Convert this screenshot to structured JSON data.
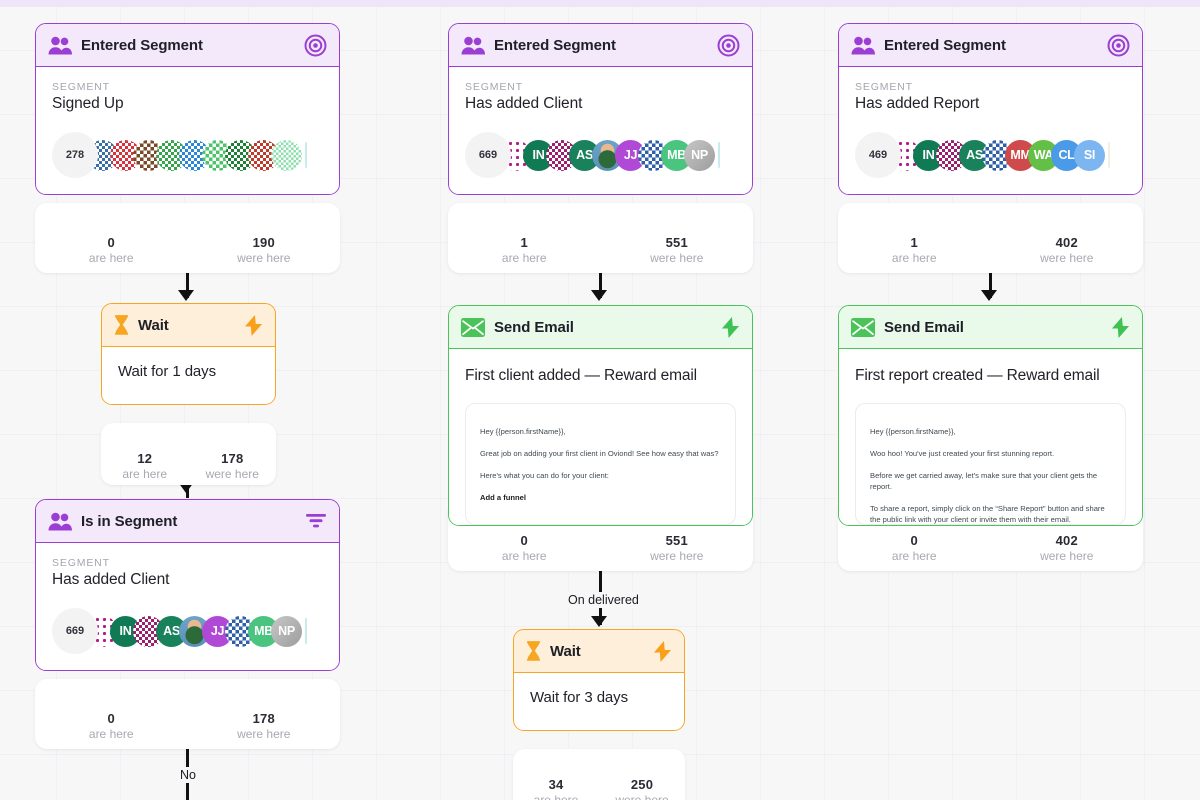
{
  "canvas": {
    "background": "#f7f7f8",
    "grid_color": "#efe4f8"
  },
  "colors": {
    "segment_purple": "#9b3fd4",
    "segment_purple_bg": "#f4e9fb",
    "email_green": "#4cc35a",
    "email_green_bg": "#e9f9ea",
    "wait_orange": "#f5a623",
    "wait_orange_bg": "#fdefd9"
  },
  "labels": {
    "are_here": "are here",
    "were_here": "were here",
    "segment_caption": "SEGMENT"
  },
  "nodes": [
    {
      "id": "entered-signed-up",
      "type": "entered-segment",
      "title": "Entered Segment",
      "header_icon": "people-icon",
      "action_icon": "target-icon",
      "segment_caption": "SEGMENT",
      "segment_name": "Signed Up",
      "audience_count": "278",
      "avatars": [
        {
          "kind": "image",
          "color": "#3b6ea5"
        },
        {
          "kind": "image",
          "color": "#d8333c"
        },
        {
          "kind": "image",
          "color": "#7a4a28"
        },
        {
          "kind": "image",
          "color": "#35a44a"
        },
        {
          "kind": "image",
          "color": "#2b86d9"
        },
        {
          "kind": "image",
          "color": "#4ec46a"
        },
        {
          "kind": "image",
          "color": "#1f7f34"
        },
        {
          "kind": "image",
          "color": "#c0392b"
        },
        {
          "kind": "image",
          "color": "#8fe0ae"
        }
      ],
      "are_here": "0",
      "were_here": "190"
    },
    {
      "id": "wait-1-day",
      "type": "wait",
      "title": "Wait",
      "header_icon": "hourglass-icon",
      "action_icon": "lightning-icon",
      "body_text": "Wait for 1 days",
      "are_here": "12",
      "were_here": "178"
    },
    {
      "id": "is-in-segment-client",
      "type": "is-in-segment",
      "title": "Is in Segment",
      "header_icon": "people-icon",
      "action_icon": "filter-icon",
      "segment_caption": "SEGMENT",
      "segment_name": "Has added Client",
      "audience_count": "669",
      "avatars": [
        {
          "kind": "dots",
          "color": "#b5178e"
        },
        {
          "kind": "initials",
          "label": "IN",
          "color": "#107a55"
        },
        {
          "kind": "image",
          "color": "#9c1f6b"
        },
        {
          "kind": "initials",
          "label": "AS",
          "color": "#19825c"
        },
        {
          "kind": "photo",
          "color": "#c9a87c"
        },
        {
          "kind": "initials",
          "label": "JJ",
          "color": "#b04ad6"
        },
        {
          "kind": "image",
          "color": "#2f5fa8"
        },
        {
          "kind": "initials",
          "label": "MB",
          "color": "#4ac47e"
        },
        {
          "kind": "initials",
          "label": "NP",
          "color": "#a8a8a8"
        }
      ],
      "are_here": "0",
      "were_here": "178",
      "branch_label": "No"
    },
    {
      "id": "entered-has-added-client",
      "type": "entered-segment",
      "title": "Entered Segment",
      "header_icon": "people-icon",
      "action_icon": "target-icon",
      "segment_caption": "SEGMENT",
      "segment_name": "Has added Client",
      "audience_count": "669",
      "avatars": [
        {
          "kind": "dots",
          "color": "#b5178e"
        },
        {
          "kind": "initials",
          "label": "IN",
          "color": "#107a55"
        },
        {
          "kind": "image",
          "color": "#9c1f6b"
        },
        {
          "kind": "initials",
          "label": "AS",
          "color": "#19825c"
        },
        {
          "kind": "photo",
          "color": "#c9a87c"
        },
        {
          "kind": "initials",
          "label": "JJ",
          "color": "#b04ad6"
        },
        {
          "kind": "image",
          "color": "#2f5fa8"
        },
        {
          "kind": "initials",
          "label": "MB",
          "color": "#4ac47e"
        },
        {
          "kind": "initials",
          "label": "NP",
          "color": "#a8a8a8"
        }
      ],
      "are_here": "1",
      "were_here": "551"
    },
    {
      "id": "send-email-first-client",
      "type": "send-email",
      "title": "Send Email",
      "header_icon": "envelope-icon",
      "action_icon": "lightning-icon",
      "subject": "First client added — Reward email",
      "preview": [
        {
          "text": "Hey {{person.firstName}},",
          "bold": false
        },
        {
          "text": "Great job on adding your first client in Oviond! See how easy that was?",
          "bold": false
        },
        {
          "text": "Here's what you can do for your client:",
          "bold": false
        },
        {
          "text": "Add a funnel",
          "bold": true
        }
      ],
      "are_here": "0",
      "were_here": "551",
      "branch_label": "On delivered"
    },
    {
      "id": "wait-3-days",
      "type": "wait",
      "title": "Wait",
      "header_icon": "hourglass-icon",
      "action_icon": "lightning-icon",
      "body_text": "Wait for 3 days",
      "are_here": "34",
      "were_here": "250"
    },
    {
      "id": "entered-has-added-report",
      "type": "entered-segment",
      "title": "Entered Segment",
      "header_icon": "people-icon",
      "action_icon": "target-icon",
      "segment_caption": "SEGMENT",
      "segment_name": "Has added Report",
      "audience_count": "469",
      "avatars": [
        {
          "kind": "dots",
          "color": "#b5178e"
        },
        {
          "kind": "initials",
          "label": "IN",
          "color": "#107a55"
        },
        {
          "kind": "image",
          "color": "#9c1f6b"
        },
        {
          "kind": "initials",
          "label": "AS",
          "color": "#19825c"
        },
        {
          "kind": "image",
          "color": "#2f5fa8"
        },
        {
          "kind": "initials",
          "label": "MM",
          "color": "#cf4b4b"
        },
        {
          "kind": "initials",
          "label": "WA",
          "color": "#64bf47"
        },
        {
          "kind": "initials",
          "label": "CL",
          "color": "#4a9ae8"
        },
        {
          "kind": "initials",
          "label": "SI",
          "color": "#7cb6f0"
        }
      ],
      "are_here": "1",
      "were_here": "402"
    },
    {
      "id": "send-email-first-report",
      "type": "send-email",
      "title": "Send Email",
      "header_icon": "envelope-icon",
      "action_icon": "lightning-icon",
      "subject": "First report created — Reward email",
      "preview": [
        {
          "text": "Hey {{person.firstName}},",
          "bold": false
        },
        {
          "text": "Woo hoo! You've just created your first stunning report.",
          "bold": false
        },
        {
          "text": "Before we get carried away, let's make sure that your client gets the report.",
          "bold": false
        },
        {
          "text": "To share a report, simply click on the “Share Report” button and share the public link with your client or invite them with their email.",
          "bold": false
        }
      ],
      "are_here": "0",
      "were_here": "402"
    }
  ]
}
